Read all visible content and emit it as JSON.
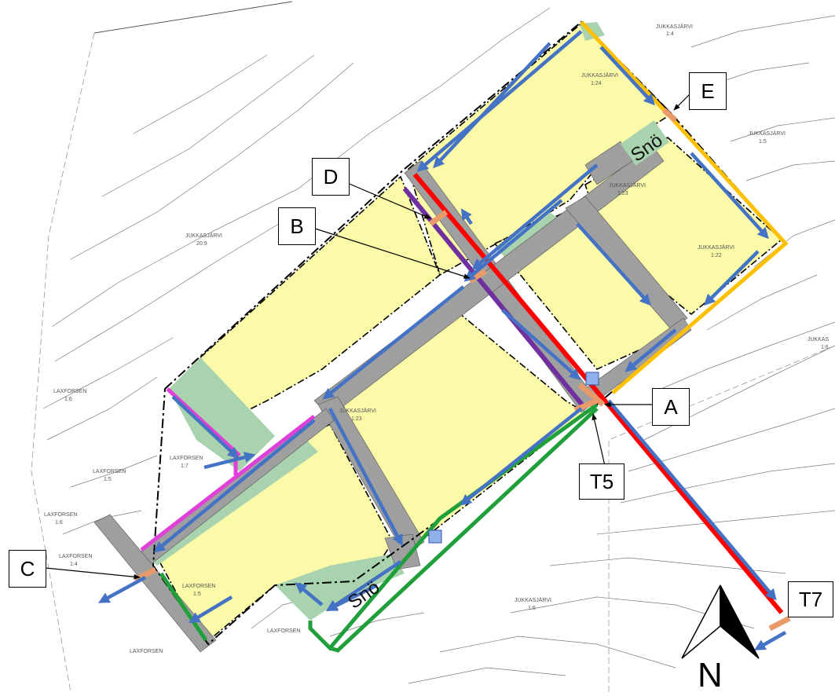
{
  "map": {
    "callouts": {
      "a": "A",
      "b": "B",
      "c": "C",
      "d": "D",
      "e": "E",
      "t5": "T5",
      "t7": "T7"
    },
    "area_labels": {
      "snow_upper": "Snö",
      "snow_lower": "Snö"
    },
    "north_arrow_label": "N",
    "place_labels": {
      "jukkasjarvi_14": "JUKKASJÄRVI",
      "jukkasjarvi_14_num": "1:4",
      "jukkasjarvi_124": "JUKKASJÄRVI",
      "jukkasjarvi_124_num": "1:24",
      "jukkasjarvi_15": "JUKKASJÄRVI",
      "jukkasjarvi_15_num": "1:5",
      "jukkasjarvi_123a": "JUKKASJÄRVI",
      "jukkasjarvi_123a_num": "1:23",
      "jukkasjarvi_122": "JUKKASJÄRVI",
      "jukkasjarvi_122_num": "1:22",
      "jukkasjarvi_16": "JUKKAS",
      "jukkasjarvi_16_num": "1:6",
      "jukkasjarvi_209": "JUKKASJÄRVI",
      "jukkasjarvi_209_num": "20:9",
      "jukkasjarvi_123b": "JUKKASJÄRVI",
      "jukkasjarvi_123b_num": "1:23",
      "jukkasjarvi_16b": "JUKKASJÄRVI",
      "jukkasjarvi_16b_num": "1:6",
      "laxforsen_16": "LAXFORSEN",
      "laxforsen_16_num": "1:6",
      "laxforsen_17": "LAXFORSEN",
      "laxforsen_17_num": "1:7",
      "laxforsen_15": "LAXFORSEN",
      "laxforsen_15_num": "1:5",
      "laxforsen_18": "LAXFORSEN",
      "laxforsen_18_num": "1:6",
      "laxforsen_14": "LAXFORSEN",
      "laxforsen_14_num": "1:4",
      "laxforsen_bottom": "LAXFORSEN",
      "laxforsen_c": "LAXFORSEN",
      "laxforsen_c_num": "1:5",
      "laxforsen_bl": "LAXFORSEN"
    },
    "colors": {
      "yellow_area": "#fbfaa8",
      "green_area": "#a9d3ae",
      "gray_road": "#9f9f9f",
      "blue_arrow": "#4472c4",
      "red_line": "#ff0000",
      "orange_line": "#ffc000",
      "green_line": "#1fa03a",
      "magenta_line": "#e040d8",
      "purple_line": "#7030a0",
      "bridge_orange": "#e89a6a"
    }
  }
}
